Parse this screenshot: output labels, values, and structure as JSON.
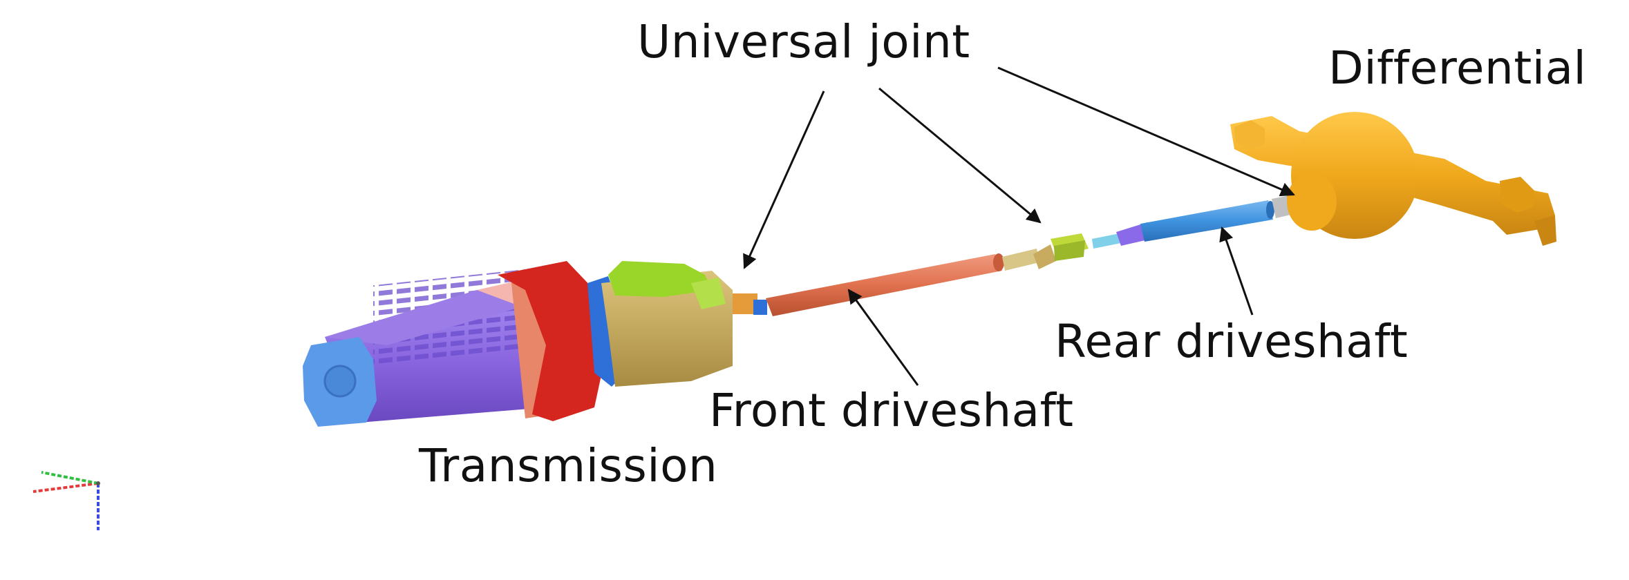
{
  "labels": {
    "universal_joint": "Universal joint",
    "differential": "Differential",
    "rear_driveshaft": "Rear driveshaft",
    "front_driveshaft": "Front driveshaft",
    "transmission": "Transmission"
  },
  "colors": {
    "transmission_body": "#8a66e0",
    "transmission_endcap": "#5b9ae8",
    "bellhousing": "#d4261e",
    "bellhousing_rim": "#f2a99a",
    "adapter_housing": "#c8ab5e",
    "adapter_top": "#9ad62a",
    "front_driveshaft": "#e0714f",
    "center_joint": "#bfd83a",
    "center_yoke": "#c8ab5e",
    "rear_yoke": "#8a6ae8",
    "rear_driveshaft": "#3f93e0",
    "differential": "#f0a81c",
    "arrow": "#111111"
  },
  "axis_triad": {
    "x_color": "#e23b3b",
    "y_color": "#2fbf3f",
    "z_color": "#3b4be2"
  }
}
